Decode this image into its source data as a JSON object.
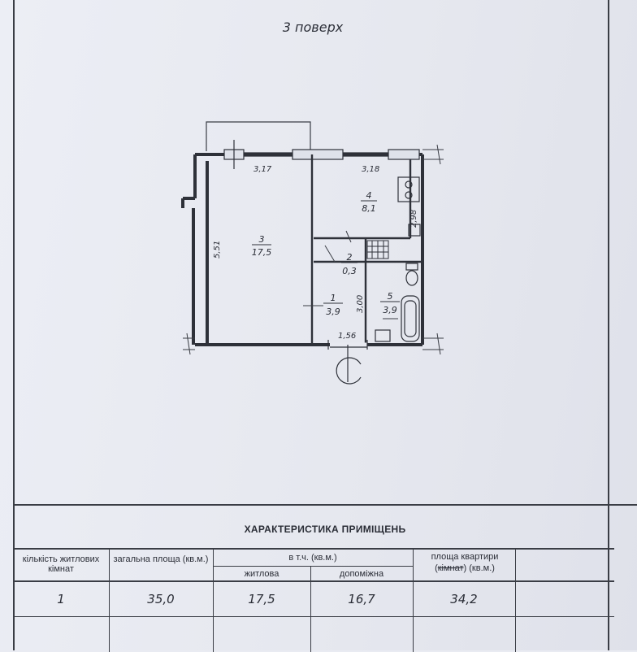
{
  "floor_title": "3 поверх",
  "plan": {
    "dimensions": {
      "room3_width": "3,17",
      "room4_width": "3,18",
      "room3_length": "5,51",
      "room4_length": "2,98",
      "corridor_length": "3,00",
      "entrance_width": "1,56"
    },
    "rooms": [
      {
        "number": "1",
        "area": "3,9"
      },
      {
        "number": "2",
        "area": "0,3"
      },
      {
        "number": "3",
        "area": "17,5"
      },
      {
        "number": "4",
        "area": "8,1"
      },
      {
        "number": "5",
        "area": "3,9"
      }
    ]
  },
  "table": {
    "title": "ХАРАКТЕРИСТИКА ПРИМІЩЕНЬ",
    "headers": {
      "rooms_count": "кількість житлових кімнат",
      "total_area": "загальна площа (кв.м.)",
      "including": "в т.ч. (кв.м.)",
      "living": "житлова",
      "auxiliary": "допоміжна",
      "apartment_area_prefix": "площа квартири (",
      "apartment_area_struck": "кімнат",
      "apartment_area_suffix": ") (кв.м.)"
    },
    "values": {
      "rooms_count": "1",
      "total_area": "35,0",
      "living": "17,5",
      "auxiliary": "16,7",
      "apartment_area": "34,2"
    }
  }
}
